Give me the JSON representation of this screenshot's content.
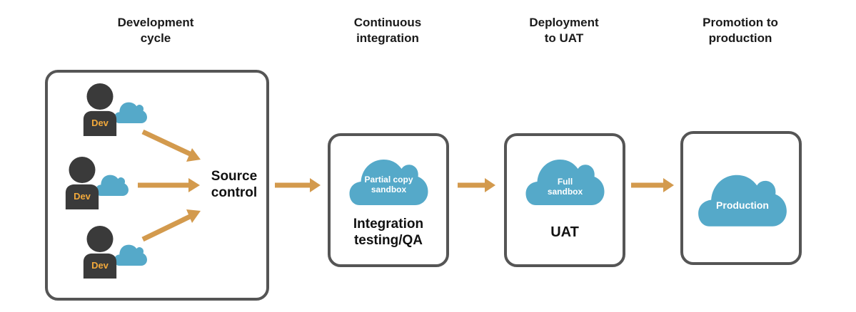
{
  "stages": [
    {
      "title_line1": "Development",
      "title_line2": "cycle"
    },
    {
      "title_line1": "Continuous",
      "title_line2": "integration"
    },
    {
      "title_line1": "Deployment",
      "title_line2": "to UAT"
    },
    {
      "title_line1": "Promotion to",
      "title_line2": "production"
    }
  ],
  "dev_cycle": {
    "developers": [
      {
        "label": "Dev"
      },
      {
        "label": "Dev"
      },
      {
        "label": "Dev"
      }
    ],
    "target_line1": "Source",
    "target_line2": "control"
  },
  "ci": {
    "cloud_line1": "Partial copy",
    "cloud_line2": "sandbox",
    "label_line1": "Integration",
    "label_line2": "testing/QA"
  },
  "uat": {
    "cloud_line1": "Full",
    "cloud_line2": "sandbox",
    "label": "UAT"
  },
  "prod": {
    "cloud_label": "Production"
  },
  "colors": {
    "arrow": "#d39a4d",
    "cloud": "#55a9c9",
    "person": "#3a3a3a",
    "dev_text": "#f2a93b",
    "border": "#555555"
  }
}
